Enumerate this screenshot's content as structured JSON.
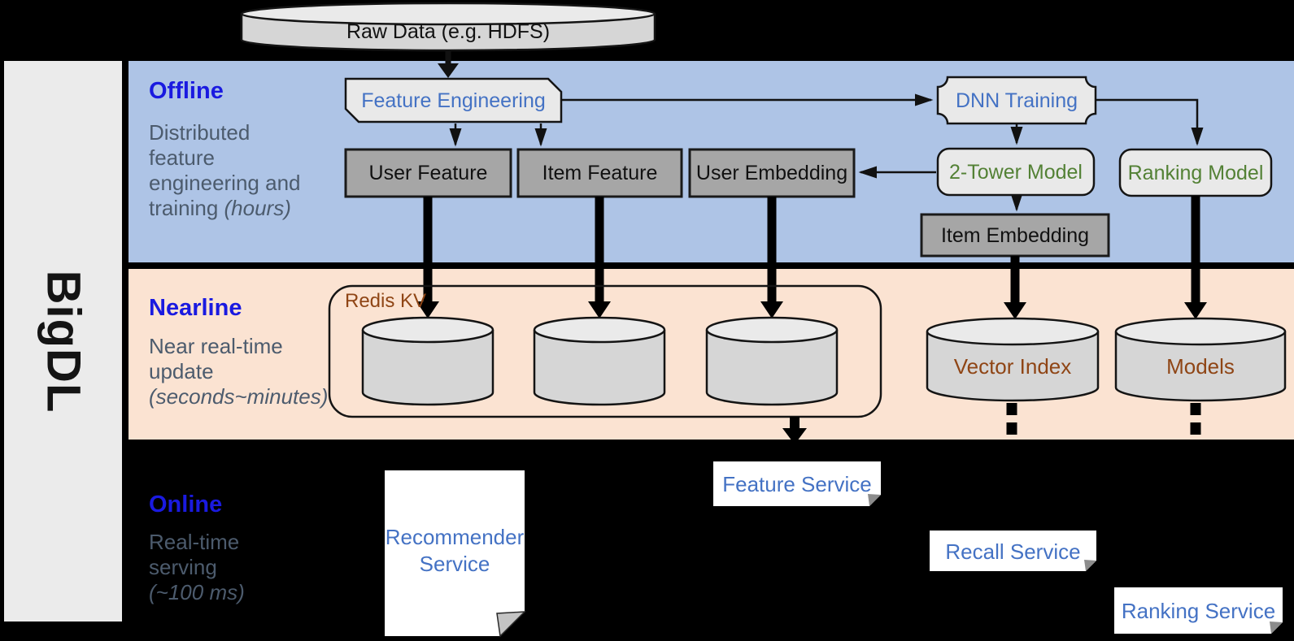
{
  "product": {
    "name": "BigDL"
  },
  "colors": {
    "lane_offline_bg": "#aec4e6",
    "lane_nearline_bg": "#fbe3d2",
    "lane_online_bg": "#000000",
    "sidebar_bg": "#ebebeb",
    "heading_blue": "#1a1ae0",
    "description_slate": "#4c5b6d",
    "node_text_blue": "#4472c4",
    "node_text_green": "#538135",
    "node_text_brown": "#8f4515",
    "node_fill_gray": "#a6a6a6",
    "node_fill_light": "#e9e9e9",
    "cylinder_body": "#d6d6d6",
    "cylinder_top": "#eaeaea",
    "service_fill": "#ffffff",
    "arrow_black": "#111111"
  },
  "lanes": {
    "offline": {
      "label": "Offline",
      "desc": [
        [
          {
            "t": "Distributed"
          }
        ],
        [
          {
            "t": "feature"
          }
        ],
        [
          {
            "t": "engineering and"
          }
        ],
        [
          {
            "t": "training "
          },
          {
            "t": "(hours)",
            "i": true
          }
        ]
      ]
    },
    "nearline": {
      "label": "Nearline",
      "desc": [
        [
          {
            "t": "Near real-time"
          }
        ],
        [
          {
            "t": "update"
          }
        ],
        [
          {
            "t": "(seconds~minutes)",
            "i": true
          }
        ]
      ]
    },
    "online": {
      "label": "Online",
      "desc": [
        [
          {
            "t": "Real-time"
          }
        ],
        [
          {
            "t": "serving"
          }
        ],
        [
          {
            "t": "(~100 ms)",
            "i": true
          }
        ]
      ]
    }
  },
  "nodes": {
    "raw_data": {
      "label": "Raw Data (e.g. HDFS)"
    },
    "feature_engineering": {
      "label": "Feature Engineering"
    },
    "dnn_training": {
      "label": "DNN Training"
    },
    "user_feature": {
      "label": "User Feature"
    },
    "item_feature": {
      "label": "Item Feature"
    },
    "user_embedding": {
      "label": "User Embedding"
    },
    "two_tower_model": {
      "label": "2-Tower Model"
    },
    "ranking_model": {
      "label": "Ranking Model"
    },
    "item_embedding": {
      "label": "Item Embedding"
    },
    "redis_kv": {
      "label": "Redis KV"
    },
    "vector_index": {
      "label": "Vector Index"
    },
    "models": {
      "label": "Models"
    },
    "recommender_service": {
      "label": "Recommender Service"
    },
    "feature_service": {
      "label": "Feature Service"
    },
    "recall_service": {
      "label": "Recall Service"
    },
    "ranking_service": {
      "label": "Ranking Service"
    }
  }
}
